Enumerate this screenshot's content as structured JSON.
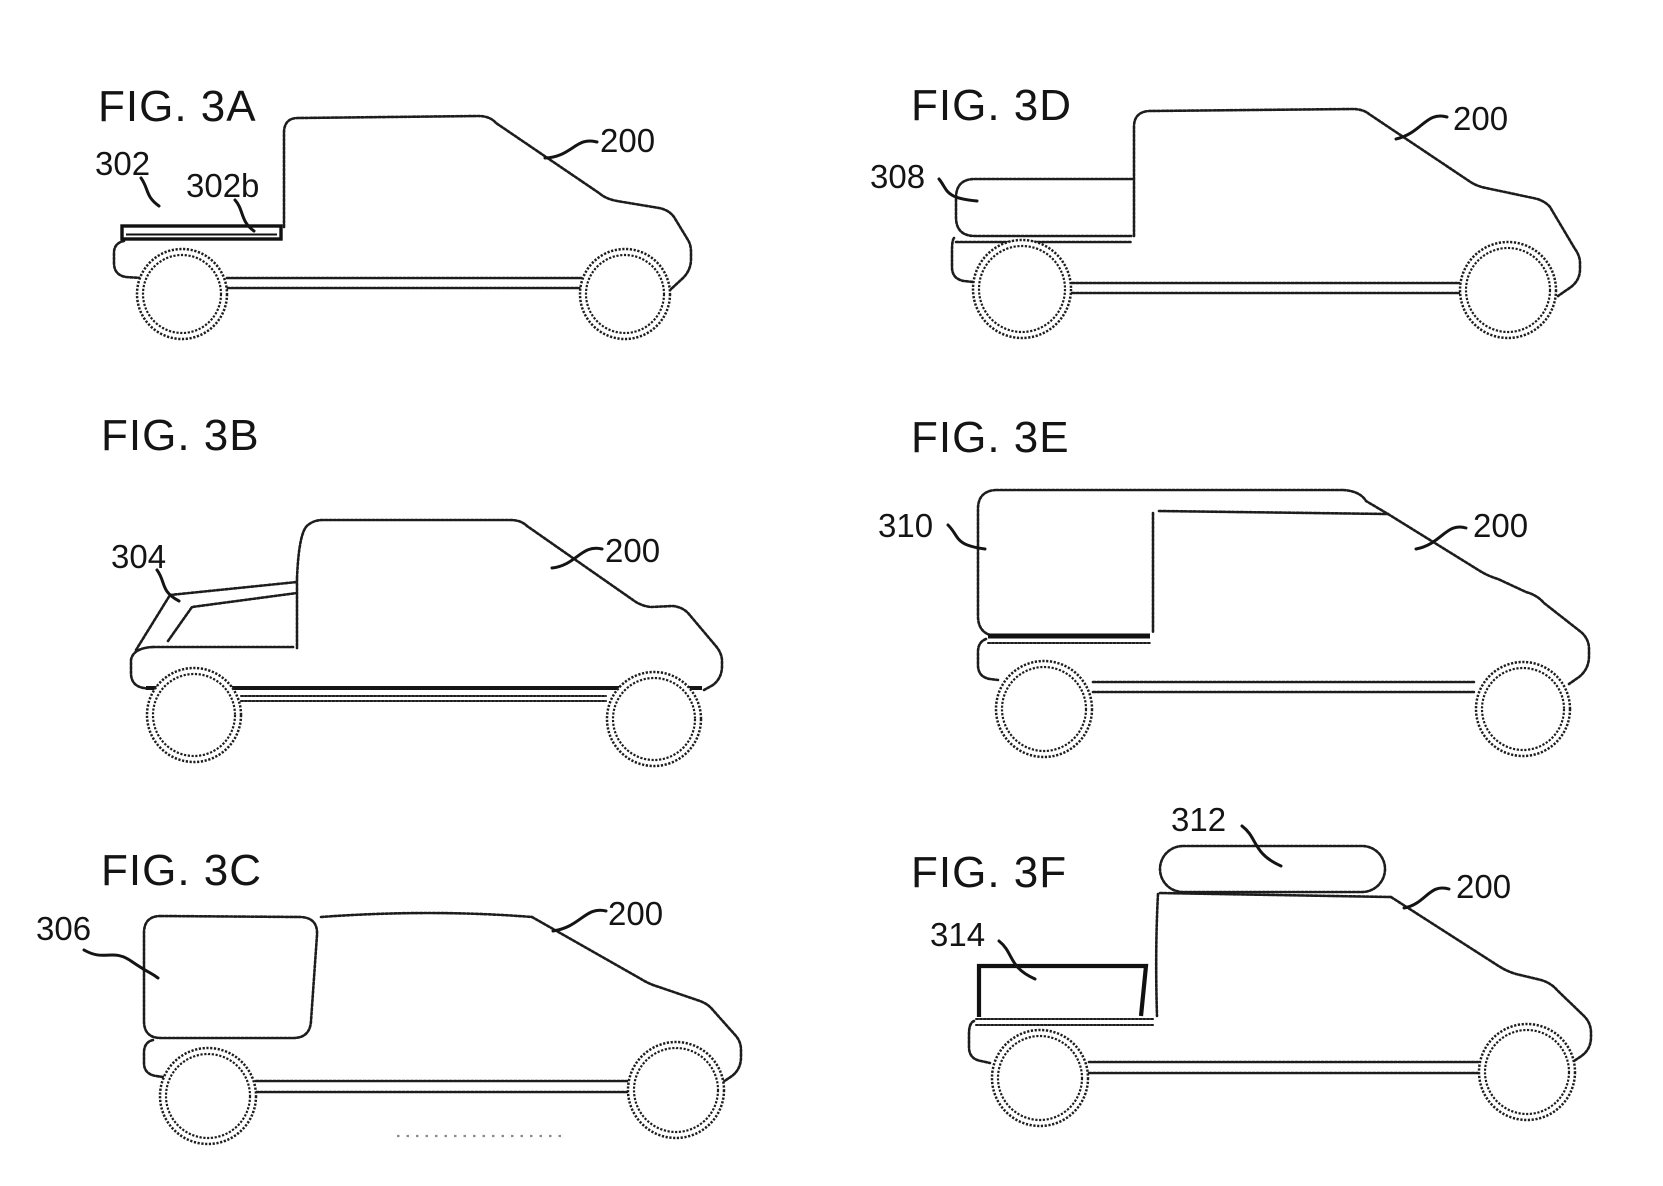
{
  "sheet": {
    "background": "#ffffff",
    "ink": "#1d1d1d"
  },
  "figures": [
    {
      "id": "3A",
      "title": "FIG. 3A",
      "refs": [
        {
          "label": "302"
        },
        {
          "label": "302b"
        },
        {
          "label": "200"
        }
      ]
    },
    {
      "id": "3B",
      "title": "FIG. 3B",
      "refs": [
        {
          "label": "304"
        },
        {
          "label": "200"
        }
      ]
    },
    {
      "id": "3C",
      "title": "FIG. 3C",
      "refs": [
        {
          "label": "306"
        },
        {
          "label": "200"
        }
      ]
    },
    {
      "id": "3D",
      "title": "FIG. 3D",
      "refs": [
        {
          "label": "308"
        },
        {
          "label": "200"
        }
      ]
    },
    {
      "id": "3E",
      "title": "FIG. 3E",
      "refs": [
        {
          "label": "310"
        },
        {
          "label": "200"
        }
      ]
    },
    {
      "id": "3F",
      "title": "FIG. 3F",
      "refs": [
        {
          "label": "312"
        },
        {
          "label": "314"
        },
        {
          "label": "200"
        }
      ]
    }
  ]
}
